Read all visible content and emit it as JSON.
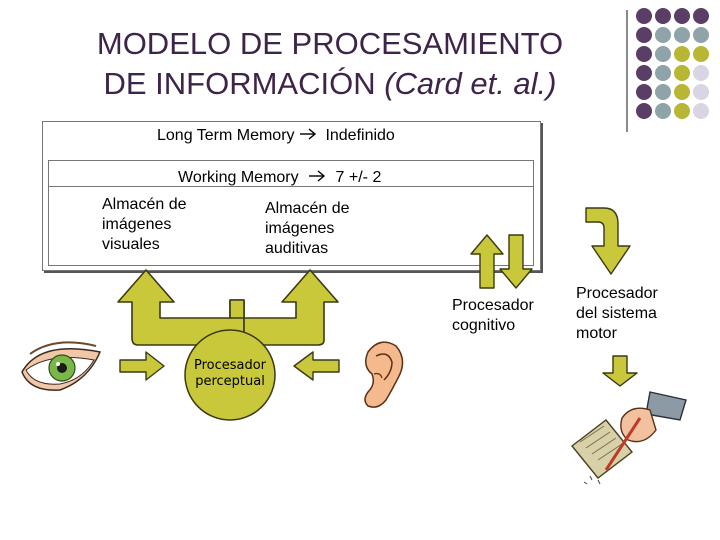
{
  "slide": {
    "title_line1": "MODELO DE PROCESAMIENTO",
    "title_line2_plain": "DE INFORMACIÓN ",
    "title_line2_italic": "(Card et. al.)"
  },
  "memory": {
    "long_term": "Long Term Memory",
    "long_term_value": "Indefinido",
    "working": "Working Memory",
    "working_value": "7 +/- 2",
    "visual_store": [
      "Almacén de",
      "imágenes",
      "visuales"
    ],
    "auditory_store": [
      "Almacén de",
      "imágenes",
      "auditivas"
    ]
  },
  "processors": {
    "perceptual": [
      "Procesador",
      "perceptual"
    ],
    "cognitive": [
      "Procesador",
      "cognitivo"
    ],
    "motor": [
      "Procesador",
      "del sistema",
      "motor"
    ]
  },
  "icons": {
    "eye": "eye-icon",
    "ear": "ear-icon",
    "hand": "hand-writing-icon",
    "arrow": "arrow-right-icon"
  },
  "colors": {
    "title": "#3d2448",
    "arrow_fill": "#c9c73a",
    "arrow_stroke": "#3a3a14",
    "dot_purple": "#5a3e66",
    "dot_teal": "#8ea4a8",
    "dot_olive": "#b8b735",
    "dot_lavender": "#d9d5e3"
  }
}
